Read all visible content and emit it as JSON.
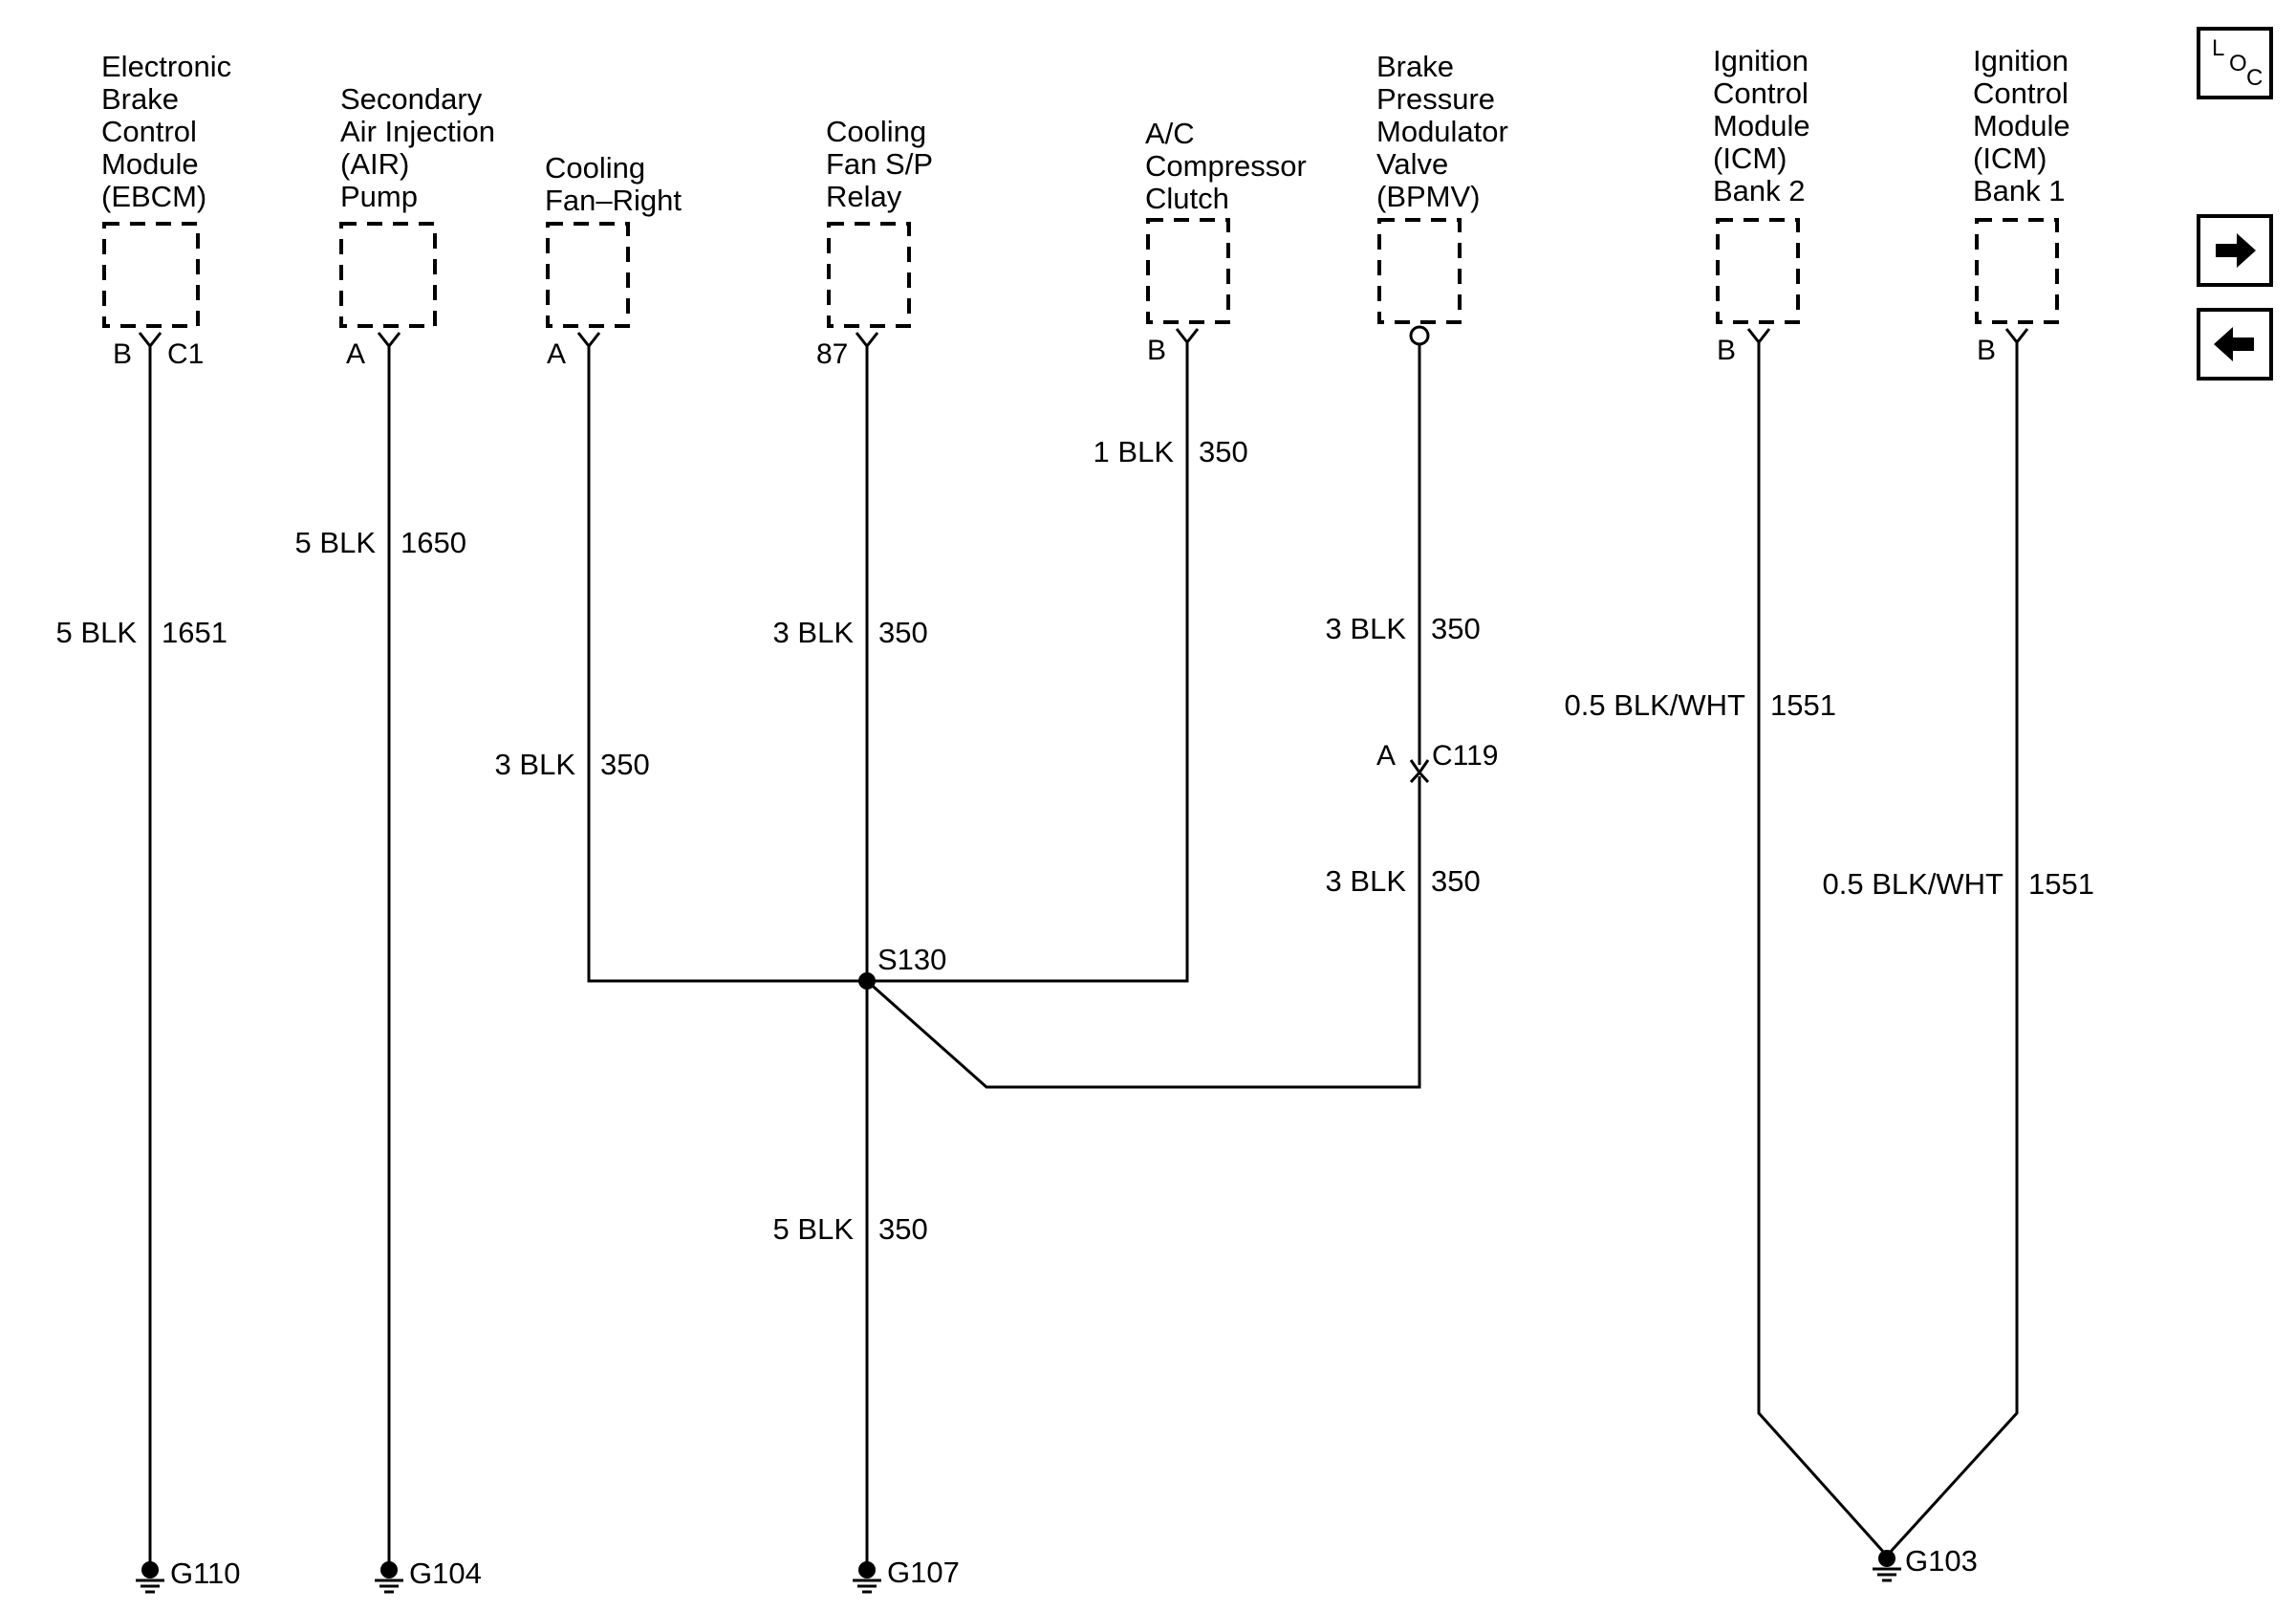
{
  "components": [
    {
      "id": "ebcm",
      "lines": [
        "Electronic",
        "Brake",
        "Control",
        "Module",
        "(EBCM)"
      ],
      "pin_left": "B",
      "pin_right": "C1",
      "terminal": "fork"
    },
    {
      "id": "air-pump",
      "lines": [
        "Secondary",
        "Air Injection",
        "(AIR)",
        "Pump"
      ],
      "pin_left": "A",
      "pin_right": "",
      "terminal": "fork"
    },
    {
      "id": "cooling-fan-right",
      "lines": [
        "Cooling",
        "Fan–Right"
      ],
      "pin_left": "A",
      "pin_right": "",
      "terminal": "fork"
    },
    {
      "id": "cooling-fan-relay",
      "lines": [
        "Cooling",
        "Fan S/P",
        "Relay"
      ],
      "pin_left": "87",
      "pin_right": "",
      "terminal": "fork"
    },
    {
      "id": "ac-clutch",
      "lines": [
        "A/C",
        "Compressor",
        "Clutch"
      ],
      "pin_left": "B",
      "pin_right": "",
      "terminal": "fork"
    },
    {
      "id": "bpmv",
      "lines": [
        "Brake",
        "Pressure",
        "Modulator",
        "Valve",
        "(BPMV)"
      ],
      "pin_left": "",
      "pin_right": "",
      "terminal": "circle"
    },
    {
      "id": "icm-bank2",
      "lines": [
        "Ignition",
        "Control",
        "Module",
        "(ICM)",
        "Bank 2"
      ],
      "pin_left": "B",
      "pin_right": "",
      "terminal": "fork"
    },
    {
      "id": "icm-bank1",
      "lines": [
        "Ignition",
        "Control",
        "Module",
        "(ICM)",
        "Bank 1"
      ],
      "pin_left": "B",
      "pin_right": "",
      "terminal": "fork"
    }
  ],
  "wire_labels": [
    {
      "id": "w-ebcm",
      "left": "5 BLK",
      "right": "1651"
    },
    {
      "id": "w-air",
      "left": "5 BLK",
      "right": "1650"
    },
    {
      "id": "w-fan-right",
      "left": "3 BLK",
      "right": "350"
    },
    {
      "id": "w-relay",
      "left": "3 BLK",
      "right": "350"
    },
    {
      "id": "w-ac",
      "left": "1 BLK",
      "right": "350"
    },
    {
      "id": "w-bpmv-upper",
      "left": "3 BLK",
      "right": "350"
    },
    {
      "id": "w-bpmv-lower",
      "left": "3 BLK",
      "right": "350"
    },
    {
      "id": "w-g107",
      "left": "5 BLK",
      "right": "350"
    },
    {
      "id": "w-icm2",
      "left": "0.5 BLK/WHT",
      "right": "1551"
    },
    {
      "id": "w-icm1",
      "left": "0.5 BLK/WHT",
      "right": "1551"
    }
  ],
  "connectors": {
    "c119_pin": "A",
    "c119_name": "C119"
  },
  "splice": {
    "name": "S130"
  },
  "grounds": [
    "G110",
    "G104",
    "G107",
    "G103"
  ],
  "nav": {
    "loc_l": "L",
    "loc_o": "O",
    "loc_c": "C",
    "next_arrow": "➔",
    "prev_arrow": "←"
  }
}
